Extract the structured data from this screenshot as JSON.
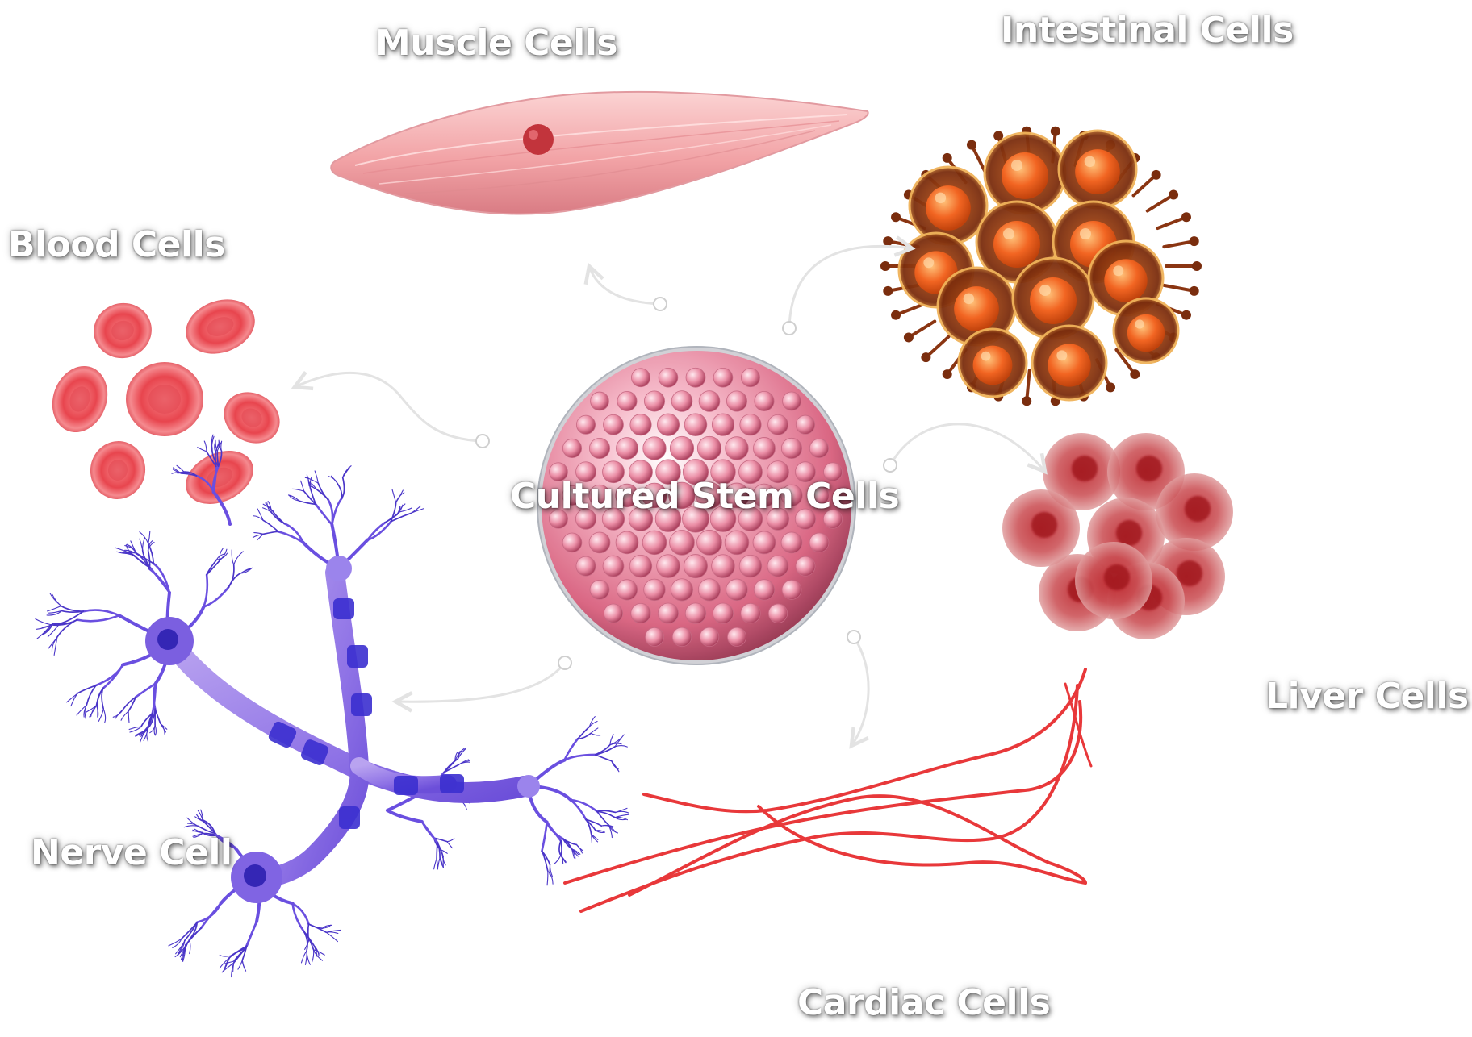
{
  "center": {
    "label": "Cultured Stem Cells"
  },
  "cell_types": {
    "muscle": "Muscle Cells",
    "intestinal": "Intestinal Cells",
    "blood": "Blood Cells",
    "liver": "Liver Cells",
    "nerve": "Nerve Cell",
    "cardiac": "Cardiac Cells"
  },
  "colors": {
    "label_text": "#ffffff",
    "connector": "#e8e8e8",
    "stem_cell": "#e07a95",
    "muscle": "#f2a8a8",
    "intestinal": "#f26522",
    "blood": "#ee5b62",
    "liver": "#b8242c",
    "nerve": "#5a3fd8",
    "cardiac": "#e8383a"
  }
}
